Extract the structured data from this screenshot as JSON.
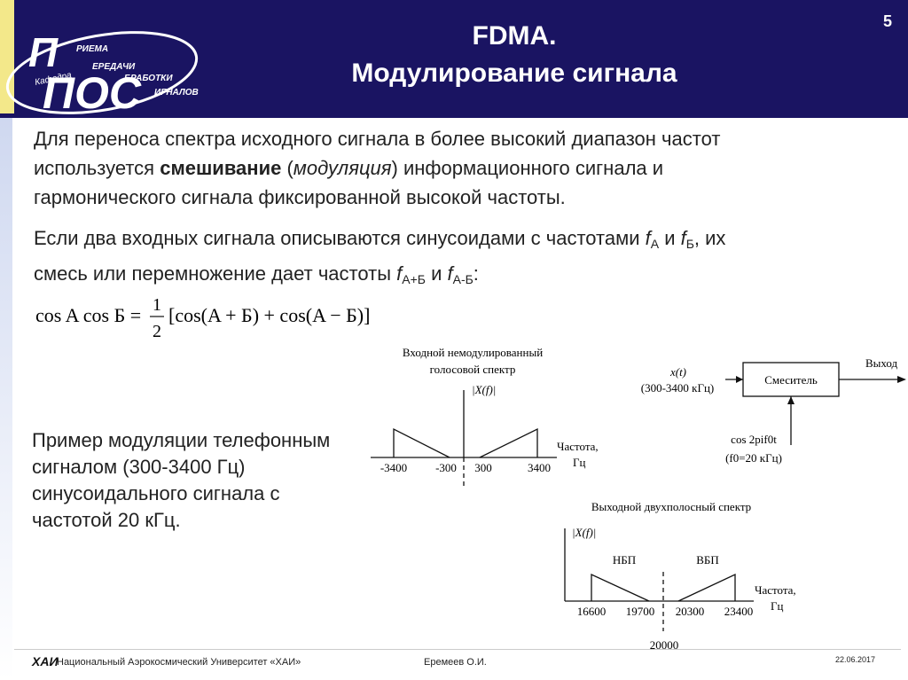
{
  "header": {
    "title_line1": "FDMA.",
    "title_line2": "Модулирование сигнала",
    "slide_number": "5",
    "logo": {
      "letters_top": "П",
      "letters_bottom": "ПОС",
      "lines": [
        "РИЕМА",
        "ЕРЕДАЧИ",
        "БРАБОТКИ",
        "ИГНАЛОВ"
      ],
      "arc_text": "Кафедра"
    }
  },
  "body": {
    "para1": {
      "line1": "Для переноса спектра исходного сигнала в более высокий диапазон частот",
      "line2_pre": "используется ",
      "line2_bold": "смешивание",
      "line2_mid": " (",
      "line2_italic": "модуляция",
      "line2_post": ") информационного сигнала и",
      "line3": "гармонического сигнала фиксированной высокой частоты."
    },
    "para2": {
      "line1_pre": "Если два входных сигнала описываются синусоидами с частотами ",
      "f": "f",
      "sub_a": "А",
      "and": " и ",
      "sub_b": "Б",
      "line1_post": ", их",
      "line2_pre": "смесь или перемножение дает частоты ",
      "sub_apb": "А+Б",
      "sub_amb": "А-Б",
      "line2_post": ":"
    },
    "formula": {
      "lhs": "cos A cos Б =",
      "num": "1",
      "den": "2",
      "rhs": "[cos(A + Б) + cos(A − Б)]"
    },
    "example": "Пример модуляции телефонным сигналом (300-3400 Гц) синусоидального сигнала с частотой 20 кГц."
  },
  "diagram_input": {
    "title_line1": "Входной немодулированный",
    "title_line2": "голосовой спектр",
    "y_label": "|X(f)|",
    "x_label_line1": "Частота,",
    "x_label_line2": "Гц",
    "ticks": [
      "-3400",
      "-300",
      "300",
      "3400"
    ]
  },
  "mixer": {
    "input_label": "x(t)",
    "input_range": "(300-3400 кГц)",
    "block_label": "Смеситель",
    "output_label": "Выход",
    "carrier_line1": "cos 2pif0t",
    "carrier_line2": "(f0=20 кГц)"
  },
  "diagram_output": {
    "title": "Выходной двухполосный спектр",
    "y_label": "|X(f)|",
    "lsb_label": "НБП",
    "usb_label": "ВБП",
    "x_label_line1": "Частота,",
    "x_label_line2": "Гц",
    "ticks": [
      "16600",
      "19700",
      "20300",
      "23400"
    ],
    "center": "20000"
  },
  "footer": {
    "logo": "ХАИ",
    "university": "Национальный Аэрокосмический Университет «ХАИ»",
    "author": "Еремеев О.И.",
    "date": "22.06.2017"
  }
}
